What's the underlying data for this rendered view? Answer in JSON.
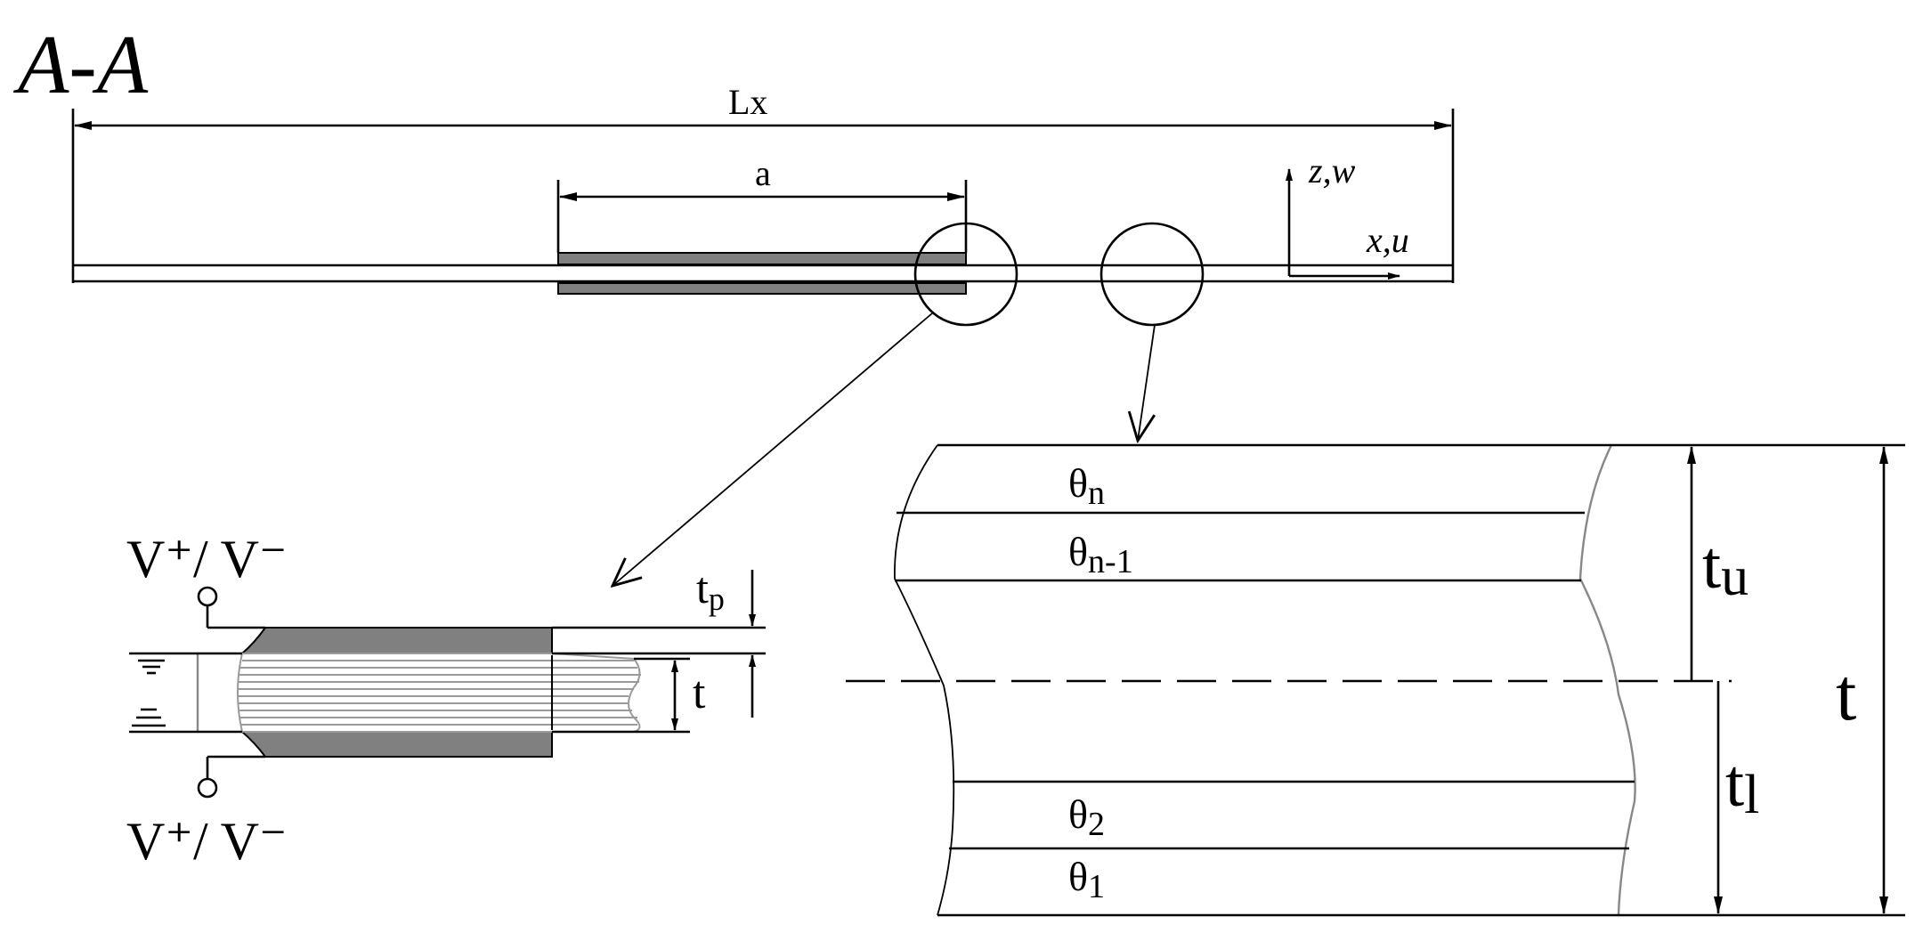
{
  "section_label": "A-A",
  "dimensions": {
    "plate_length": "Lx",
    "patch_length": "a"
  },
  "axes": {
    "vertical": "z,w",
    "horizontal": "x,u"
  },
  "left_detail": {
    "voltage_top": "V⁺/ V⁻",
    "voltage_bottom": "V⁺/ V⁻",
    "patch_thickness": {
      "main": "t",
      "sub": "p"
    },
    "plate_thickness": "t"
  },
  "right_detail": {
    "layers": [
      {
        "main": "θ",
        "sub": "n"
      },
      {
        "main": "θ",
        "sub": "n-1"
      },
      {
        "main": "θ",
        "sub": "2"
      },
      {
        "main": "θ",
        "sub": "1"
      }
    ],
    "upper_thickness": {
      "main": "t",
      "sub": "u"
    },
    "lower_thickness": {
      "main": "t",
      "sub": "l"
    },
    "total_thickness": "t"
  },
  "colors": {
    "piezo_patch": "#808080",
    "laminate_lines": "#9a9a9a"
  }
}
